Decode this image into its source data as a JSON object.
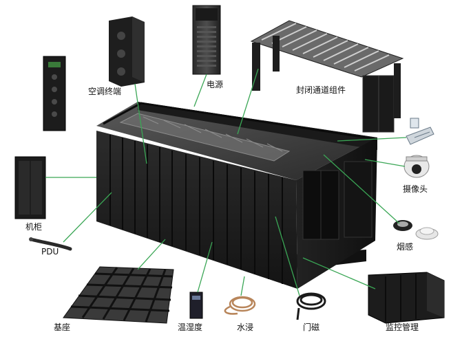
{
  "labels": {
    "ac_terminal": "空调终端",
    "power": "电源",
    "closed_aisle": "封闭通道组件",
    "rack": "机柜",
    "pdu": "PDU",
    "camera": "摄像头",
    "smoke": "烟感",
    "base": "基座",
    "temp_humidity": "温湿度",
    "water_leak": "水浸",
    "door_magnet": "门磁",
    "monitoring": "监控管理"
  },
  "colors": {
    "connector": "#3aa655",
    "equipment": "#1e1e1e",
    "equipment_light": "#3a3a3a",
    "background": "#ffffff"
  }
}
